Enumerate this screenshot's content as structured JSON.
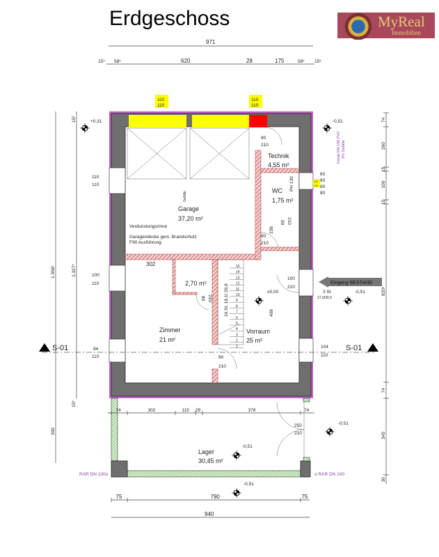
{
  "title": "Erdgeschoss",
  "logo": {
    "brand": "MyReal",
    "sub": "Immobilien"
  },
  "colors": {
    "insulation": "#c060c8",
    "wall": "#6f6f6f",
    "garage_door": "#ffff00",
    "fire_door": "#ff0000",
    "hatch": "#c04040",
    "lager_wall": "#6ab36a"
  },
  "dims_top": {
    "overall": "971",
    "segments": [
      "15³",
      "58³",
      "620",
      "28",
      "175",
      "58³",
      "15³"
    ]
  },
  "garage_doors": [
    {
      "label": "110\n110",
      "w": "280",
      "h": "220"
    },
    {
      "label": "110\n110",
      "w": "280",
      "h": "220"
    }
  ],
  "door_tags": {
    "g1": "110",
    "g1b": "110",
    "g2": "110",
    "g2b": "110"
  },
  "rooms": {
    "technik": {
      "name": "Technik",
      "area": "4,55 m²"
    },
    "wc": {
      "name": "WC",
      "area": "1,75 m²"
    },
    "garage": {
      "name": "Garage",
      "area": "37,20 m²"
    },
    "bad": {
      "area": "2,70 m²"
    },
    "zimmer": {
      "name": "Zimmer",
      "area": "21 m²"
    },
    "vorraum": {
      "name": "Vorraum",
      "area": "25 m²"
    },
    "lager": {
      "name": "Lager",
      "area": "30,45 m²"
    }
  },
  "notes": {
    "rinne": "Verdunstungsrinne",
    "decke1": "Garagendecke gem. Brandschutz",
    "decke2": "F90 Ausführung",
    "gefaelle": "Gefälle",
    "kanal1": "Kanal DN 150 PVC",
    "kanal2": "2% Gefälle",
    "ph": "PH 130",
    "rar_l": "RAR DN 100o",
    "rar_r": "o RAR DN 100",
    "entrance": "Eingang BESTAND",
    "steps": "3 St",
    "step_dim": "17,0/30,0",
    "stair_info": "16 St. 18,1/ 26,8"
  },
  "door_dims": {
    "d90a": "90",
    "d210a": "210",
    "d90b": "90",
    "d210b": "210",
    "d90c": "90",
    "d210c": "210",
    "d90d": "90",
    "d210d": "210",
    "d80": "80",
    "d210e": "210",
    "d100": "100",
    "d210f": "210",
    "d250": "250",
    "d210g": "210",
    "w60a": "60",
    "w80a": "80",
    "w60b": "60",
    "w80b": "80",
    "wtag1": "110",
    "wtag2": "110"
  },
  "windows_left": [
    {
      "top": "110",
      "bottom": "110"
    },
    {
      "top": "100",
      "bottom": "110"
    },
    {
      "top": "94",
      "bottom": "110"
    }
  ],
  "window_right": {
    "top": "104",
    "bottom": "110"
  },
  "levels": {
    "nw": "+0,31",
    "ne": "-0,51",
    "entrance": "-0,51",
    "zero": "±0,00",
    "lager": "-0,51",
    "lager_out": "-0,51",
    "bottom": "-0,51"
  },
  "interior_dims": {
    "w302": "302",
    "h238": "238",
    "h408": "408"
  },
  "stair_numbers": [
    "15",
    "14",
    "13",
    "12",
    "11",
    "10",
    "9",
    "8",
    "7",
    "6",
    "5",
    "4",
    "3",
    "2",
    "1"
  ],
  "section": "S-01",
  "dims_left": {
    "total": "1.358⁵",
    "inner": "1.327⁵",
    "top": "15³",
    "bottom": "15³",
    "lager": "300"
  },
  "dims_right": [
    "74",
    "260",
    "15",
    "100",
    "15",
    "820⁵",
    "74",
    "345",
    "30"
  ],
  "dims_lager_row": [
    "74",
    "302",
    "115",
    "29",
    "378",
    "74"
  ],
  "dims_bottom": {
    "segments": [
      "75",
      "790",
      "75"
    ],
    "overall": "940"
  }
}
